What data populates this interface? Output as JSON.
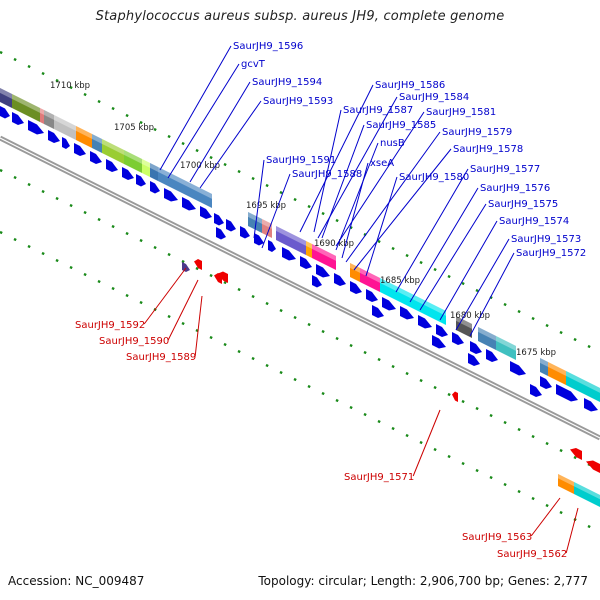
{
  "title": "Staphylococcus aureus subsp. aureus JH9, complete genome",
  "footer": {
    "accession": "Accession: NC_009487",
    "summary": "Topology: circular; Length: 2,906,700 bp; Genes: 2,777"
  },
  "colors": {
    "backbone": "#8a8a8a",
    "forward_label": "#0000cc",
    "reverse_label": "#cc0000",
    "forward_gene": "#0000dd",
    "reverse_gene": "#ee0000",
    "tick": "#1a8a1a"
  },
  "kbp_labels": [
    "1710 kbp",
    "1705 kbp",
    "1700 kbp",
    "1695 kbp",
    "1690 kbp",
    "1685 kbp",
    "1680 kbp",
    "1675 kbp"
  ],
  "forward_labels": [
    "SaurJH9_1596",
    "gcvT",
    "SaurJH9_1594",
    "SaurJH9_1593",
    "SaurJH9_1591",
    "SaurJH9_1588",
    "SaurJH9_1586",
    "SaurJH9_1584",
    "SaurJH9_1587",
    "SaurJH9_1581",
    "SaurJH9_1585",
    "SaurJH9_1579",
    "nusB",
    "SaurJH9_1578",
    "xseA",
    "SaurJH9_1580",
    "SaurJH9_1577",
    "SaurJH9_1576",
    "SaurJH9_1575",
    "SaurJH9_1574",
    "SaurJH9_1573",
    "SaurJH9_1572"
  ],
  "reverse_labels": [
    "SaurJH9_1592",
    "SaurJH9_1590",
    "SaurJH9_1589",
    "SaurJH9_1571",
    "SaurJH9_1563",
    "SaurJH9_1562"
  ]
}
